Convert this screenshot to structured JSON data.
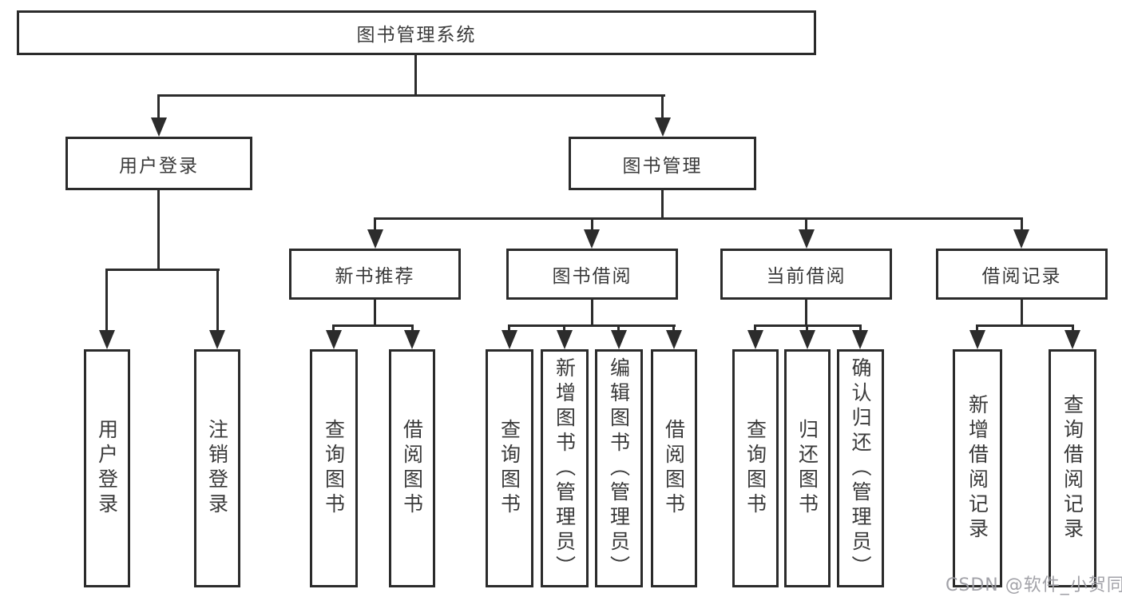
{
  "diagram": {
    "root": {
      "label": "图书管理系统"
    },
    "level2": [
      {
        "label": "用户登录"
      },
      {
        "label": "图书管理"
      }
    ],
    "level3": [
      {
        "label": "新书推荐"
      },
      {
        "label": "图书借阅"
      },
      {
        "label": "当前借阅"
      },
      {
        "label": "借阅记录"
      }
    ],
    "level4_groups": [
      {
        "parent": "用户登录",
        "items": [
          "用户登录",
          "注销登录"
        ]
      },
      {
        "parent": "新书推荐",
        "items": [
          "查询图书",
          "借阅图书"
        ]
      },
      {
        "parent": "图书借阅",
        "items": [
          "查询图书",
          "新增图书（管理员）",
          "编辑图书（管理员）",
          "借阅图书"
        ]
      },
      {
        "parent": "当前借阅",
        "items": [
          "查询图书",
          "归还图书",
          "确认归还（管理员）"
        ]
      },
      {
        "parent": "借阅记录",
        "items": [
          "新增借阅记录",
          "查询借阅记录"
        ]
      }
    ]
  },
  "icons": {
    "connector_arrow": "arrow-down-icon"
  },
  "colors": {
    "line": "#2c2c2c",
    "box_border": "#2b2b2b",
    "box_fill": "#ffffff",
    "text": "#3a3a3a",
    "watermark": "#9d9da3",
    "background": "#ffffff"
  },
  "watermark": {
    "text": "CSDN @软件_小贺同学"
  }
}
